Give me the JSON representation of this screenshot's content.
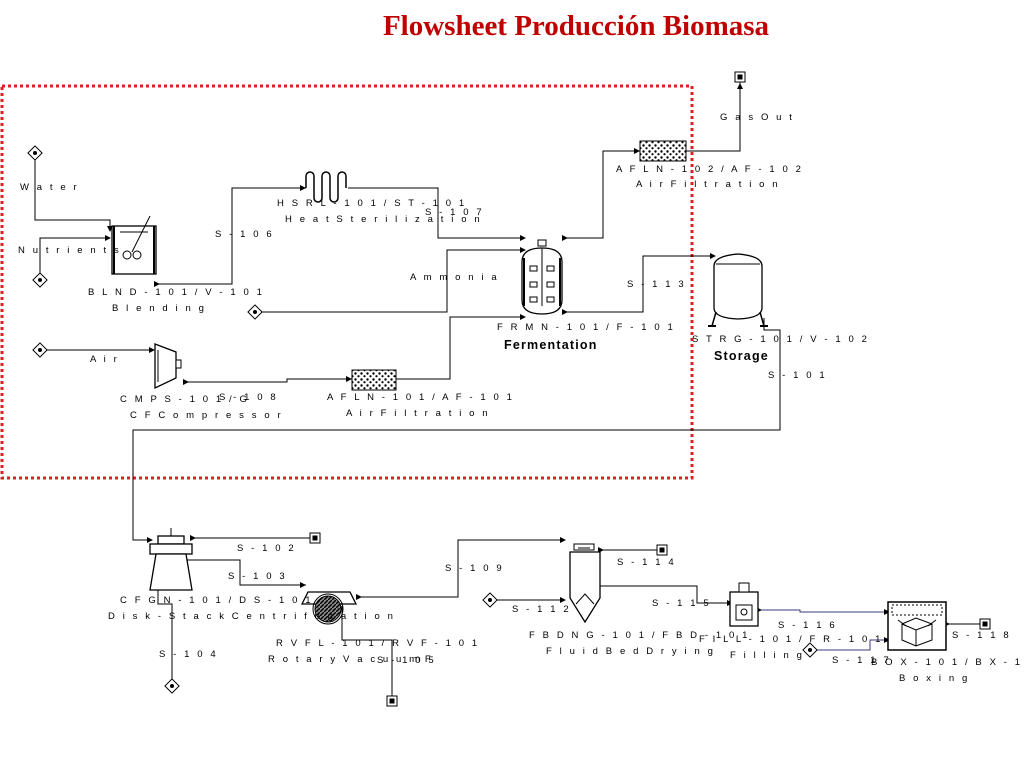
{
  "title": "Flowsheet Producción Biomasa",
  "colors": {
    "title": "#c00000",
    "boundary": "#e02020"
  },
  "streams": {
    "water": "W a t e r",
    "nutrients": "N u t r i e n t s",
    "ammonia": "A m m o n i a",
    "air": "A i r",
    "gas_out": "G a s  O u t",
    "s106": "S - 1 0 6",
    "s107": "S - 1 0 7",
    "s108": "S - 1 0 8",
    "s113": "S - 1 1 3",
    "s101": "S - 1 0 1",
    "s102": "S - 1 0 2",
    "s103": "S - 1 0 3",
    "s104": "S - 1 0 4",
    "s105": "S - 1 0 5",
    "s109": "S - 1 0 9",
    "s112": "S - 1 1 2",
    "s114": "S - 1 1 4",
    "s115": "S - 1 1 5",
    "s116": "S - 1 1 6",
    "s117": "S - 1 1 7",
    "s118": "S - 1 1 8"
  },
  "units": {
    "blending": {
      "tag": "B L N D - 1 0 1  /  V - 1 0 1",
      "name": "B l e n d i n g"
    },
    "heat_sterilization": {
      "tag": "H S R L - 1 0 1  /  S T - 1 0 1",
      "name": "H e a t  S t e r i l i z a t i o n"
    },
    "fermentation": {
      "tag": "F R M N - 1 0 1  /  F - 1 0 1",
      "name": "Fermentation"
    },
    "air_filtration_2": {
      "tag": "A F L N - 1 0 2  /  A F - 1 0 2",
      "name": "A i r  F i l t r a t i o n"
    },
    "storage": {
      "tag": "S T R G - 1 0 1  /  V - 1 0 2",
      "name": "Storage"
    },
    "compressor": {
      "tag": "C M P S - 1 0 1  /  G",
      "name": "C F  C o m p r e s s o r"
    },
    "air_filtration_1": {
      "tag": "A F L N - 1 0 1  /  A F - 1 0 1",
      "name": "A i r  F i l t r a t i o n"
    },
    "centrifugation": {
      "tag": "C F G N - 1 0 1  /  D S - 1 0 1",
      "name": "D i s k - S t a c k  C e n t r i f u g a t i o n"
    },
    "rotary_vacuum": {
      "tag": "R V F L - 1 0 1  /  R V F - 1 0 1",
      "name": "R o t a r y  V a c u u m  F",
      "name_tail": "n"
    },
    "fluid_bed_drying": {
      "tag": "F B D N G - 1 0 1  /  F B D - 1 0 1",
      "name": "F l u i d  B e d  D r y i n g"
    },
    "filling": {
      "tag": "F I L L - 1 0 1  /  F R - 1 0 1",
      "name": "F i l l i n g"
    },
    "boxing": {
      "tag": "B O X - 1 0 1  /  B X - 1 0 1",
      "name": "B o x i n g"
    }
  }
}
